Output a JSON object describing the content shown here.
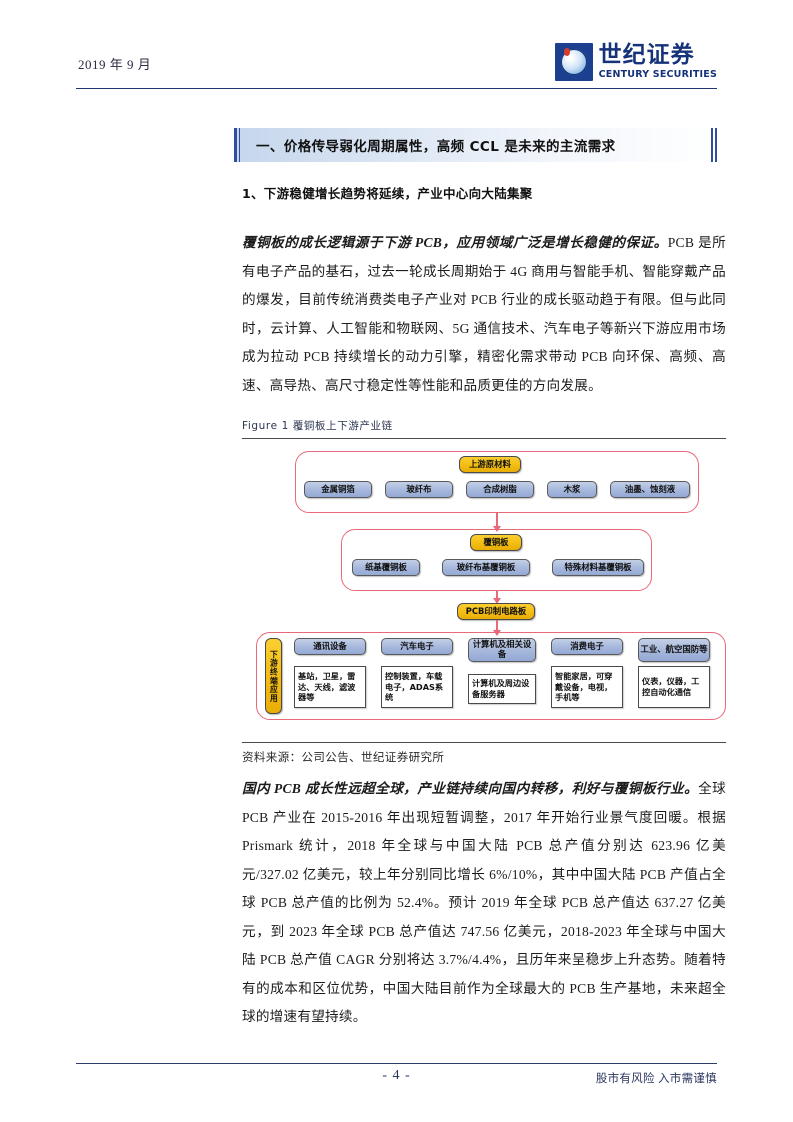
{
  "header": {
    "date": "2019 年 9 月",
    "logo_cn": "世纪证券",
    "logo_en": "CENTURY SECURITIES"
  },
  "section": {
    "banner_title": "一、价格传导弱化周期属性，高频 CCL 是未来的主流需求",
    "sub_heading": "1、下游稳健增长趋势将延续，产业中心向大陆集聚"
  },
  "paragraphs": {
    "p1_lead": "覆铜板的成长逻辑源于下游 PCB，应用领域广泛是增长稳健的保证。",
    "p1_body": "PCB 是所有电子产品的基石，过去一轮成长周期始于 4G 商用与智能手机、智能穿戴产品的爆发，目前传统消费类电子产业对 PCB 行业的成长驱动趋于有限。但与此同时，云计算、人工智能和物联网、5G 通信技术、汽车电子等新兴下游应用市场成为拉动 PCB 持续增长的动力引擎，精密化需求带动 PCB 向环保、高频、高速、高导热、高尺寸稳定性等性能和品质更佳的方向发展。",
    "p2_lead": "国内 PCB 成长性远超全球，产业链持续向国内转移，利好与覆铜板行业。",
    "p2_body": "全球 PCB 产业在 2015-2016 年出现短暂调整，2017 年开始行业景气度回暖。根据 Prismark 统计，2018 年全球与中国大陆 PCB 总产值分别达 623.96 亿美元/327.02 亿美元，较上年分别同比增长 6%/10%，其中中国大陆 PCB 产值占全球 PCB 总产值的比例为 52.4%。预计 2019 年全球 PCB 总产值达 637.27 亿美元，到 2023 年全球 PCB 总产值达 747.56 亿美元，2018-2023 年全球与中国大陆 PCB 总产值 CAGR 分别将达 3.7%/4.4%，且历年来呈稳步上升态势。随着特有的成本和区位优势，中国大陆目前作为全球最大的 PCB 生产基地，未来超全球的增速有望持续。"
  },
  "figure": {
    "caption": "Figure 1  覆铜板上下游产业链",
    "source": "资料来源：公司公告、世纪证券研究所",
    "colors": {
      "group_border": "#e8697a",
      "node_blue": "#a8b9dd",
      "node_gold": "#f3bc12"
    },
    "tiers": [
      {
        "title": "上游原材料",
        "items": [
          "金属铜箔",
          "玻纤布",
          "合成树脂",
          "木浆",
          "油墨、蚀刻液"
        ]
      },
      {
        "title": "覆铜板",
        "items": [
          "纸基覆铜板",
          "玻纤布基覆铜板",
          "特殊材料基覆铜板"
        ]
      },
      {
        "title": "PCB印制电路板",
        "items": []
      },
      {
        "title": "下游终端应用",
        "items": [
          "通讯设备",
          "汽车电子",
          "计算机及相关设备",
          "消费电子",
          "工业、航空国防等"
        ],
        "details": [
          "基站，卫星，雷达、天线，滤波器等",
          "控制装置，车载电子，ADAS系统",
          "计算机及周边设备服务器",
          "智能家居，可穿戴设备，电视，手机等",
          "仪表，仪器，工控自动化通信"
        ]
      }
    ]
  },
  "footer": {
    "page_number": "- 4 -",
    "note": "股市有风险 入市需谨慎"
  }
}
